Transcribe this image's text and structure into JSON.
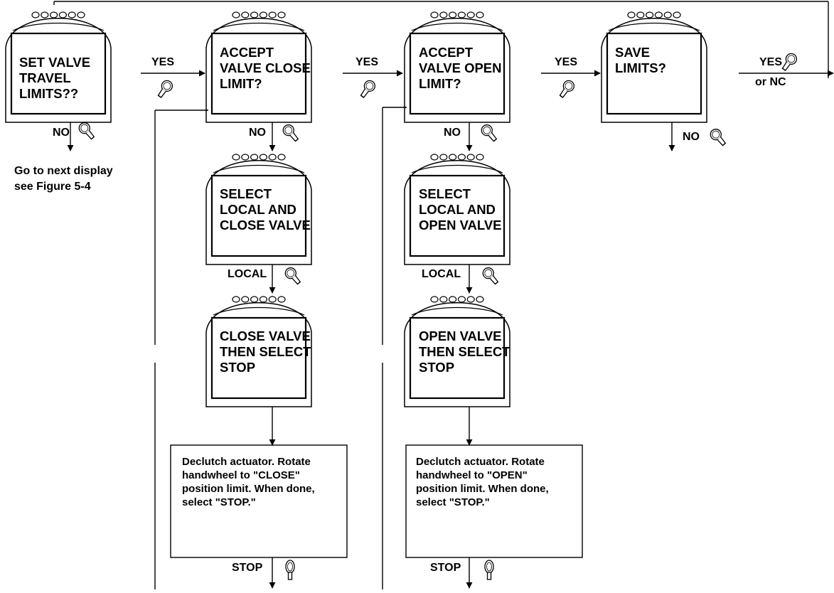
{
  "displays": [
    {
      "id": "set",
      "lines": [
        "SET VALVE",
        "TRAVEL",
        "LIMITS??"
      ]
    },
    {
      "id": "accept-close",
      "lines": [
        "ACCEPT",
        "VALVE CLOSE",
        "LIMIT?"
      ]
    },
    {
      "id": "accept-open",
      "lines": [
        "ACCEPT",
        "VALVE OPEN",
        "LIMIT?"
      ]
    },
    {
      "id": "save",
      "lines": [
        "SAVE",
        "LIMITS?"
      ]
    },
    {
      "id": "select-close",
      "lines": [
        "SELECT",
        "LOCAL AND",
        "CLOSE VALVE"
      ]
    },
    {
      "id": "select-open",
      "lines": [
        "SELECT",
        "LOCAL AND",
        "OPEN VALVE"
      ]
    },
    {
      "id": "close-stop",
      "lines": [
        "CLOSE VALVE",
        "THEN SELECT",
        "STOP"
      ]
    },
    {
      "id": "open-stop",
      "lines": [
        "OPEN VALVE",
        "THEN SELECT",
        "STOP"
      ]
    }
  ],
  "instructions": {
    "close": "Declutch actuator. Rotate handwheel to \"CLOSE\" position limit. When done, select \"STOP.\"",
    "open": "Declutch actuator. Rotate handwheel to \"OPEN\" position limit. When done, select \"STOP.\""
  },
  "labels": {
    "yes": "YES",
    "no": "NO",
    "local": "LOCAL",
    "stop": "STOP",
    "or_nc": "or NC",
    "next_display": "Go to next display",
    "see_figure": "see Figure 5-4"
  },
  "icons": {
    "yes_knob": "knob-yes-icon",
    "no_knob": "knob-no-icon",
    "stop_knob": "knob-stop-icon",
    "indicator_led": "indicator-led-icon"
  }
}
